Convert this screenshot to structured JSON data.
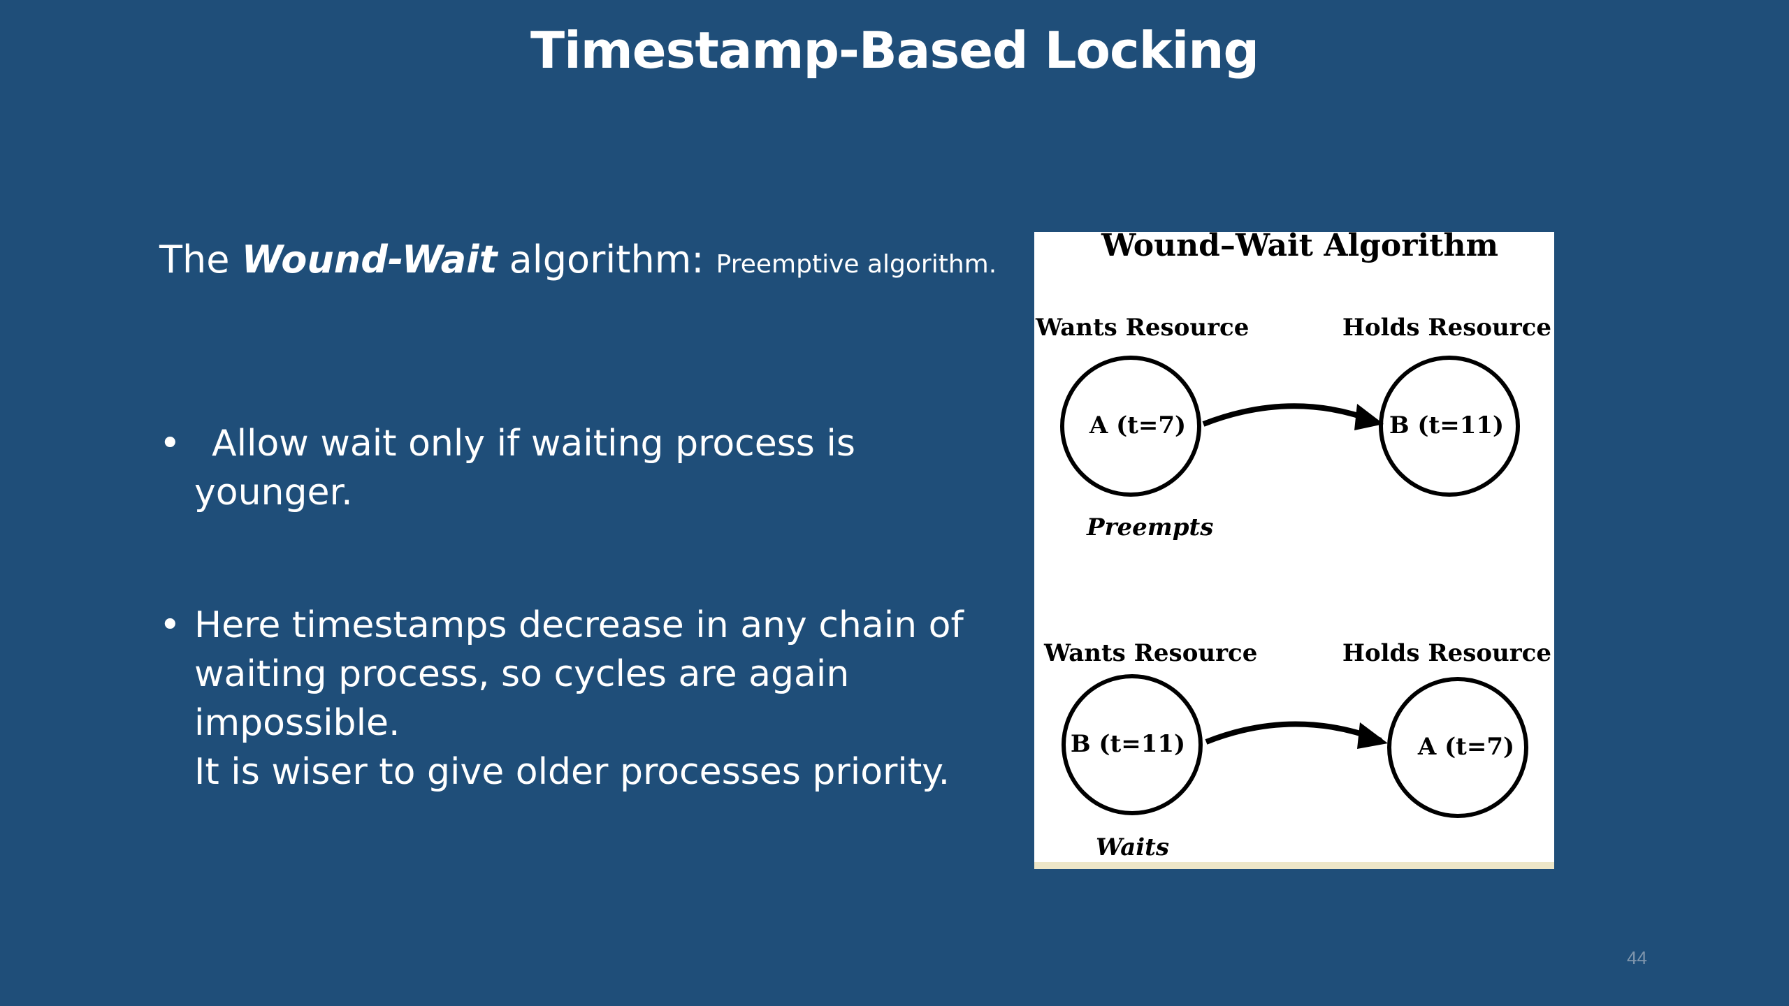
{
  "slide": {
    "title": "Timestamp-Based Locking",
    "intro": {
      "prefix": "The ",
      "algorithm_name": "Wound-Wait",
      "suffix": " algorithm: ",
      "note": "Preemptive algorithm."
    },
    "bullets": [
      {
        "line1": "Allow wait only if waiting process is",
        "line2": "younger."
      },
      {
        "line1": "Here timestamps decrease in any chain of",
        "line2": "waiting process, so cycles are again",
        "line3": "impossible.",
        "line4": "It is wiser to give older processes priority."
      }
    ],
    "bullet_symbol": "•",
    "page_number": "44"
  },
  "diagram": {
    "title": "Wound–Wait Algorithm",
    "top": {
      "wants_label": "Wants Resource",
      "holds_label": "Holds Resource",
      "left_node": "A (t=7)",
      "right_node": "B (t=11)",
      "action": "Preempts"
    },
    "bottom": {
      "wants_label": "Wants Resource",
      "holds_label": "Holds Resource",
      "left_node": "B (t=11)",
      "right_node": "A (t=7)",
      "action": "Waits"
    }
  },
  "colors": {
    "background": "#1f4e79",
    "text": "#ffffff",
    "diagram_background": "#ffffff",
    "diagram_ink": "#000000",
    "page_number": "#7f96ad"
  }
}
